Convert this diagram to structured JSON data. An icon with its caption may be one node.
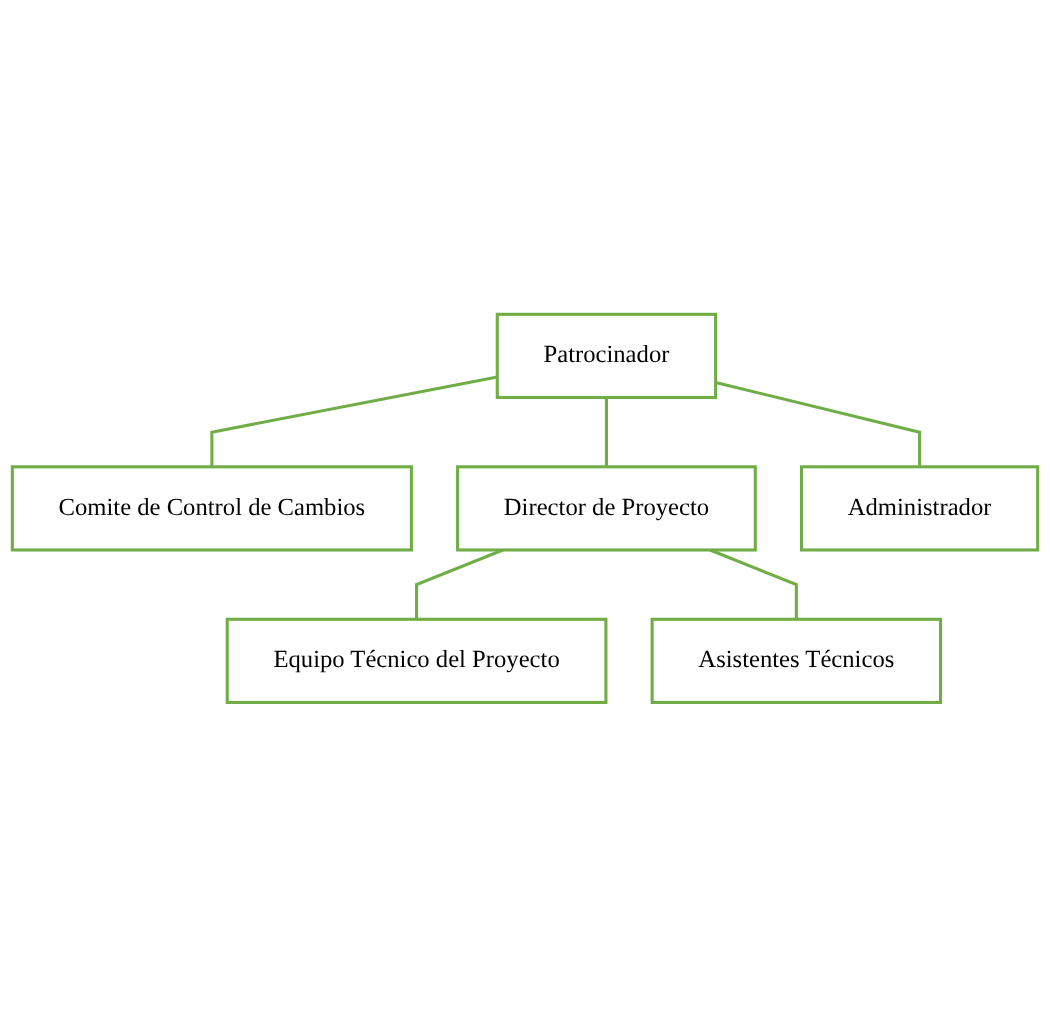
{
  "diagram": {
    "nodes": [
      {
        "text": [
          "Patrocinador"
        ]
      },
      {
        "text": [
          "Comite de Control de Cambios"
        ]
      },
      {
        "text": [
          "Director de Proyecto"
        ]
      },
      {
        "text": [
          "Administrador"
        ]
      },
      {
        "text": [
          "Equipo Técnico del Proyecto"
        ]
      },
      {
        "text": [
          "Asistentes Técnicos"
        ]
      }
    ],
    "edges": [
      {
        "from": 0,
        "to": 1,
        "arrow": "none"
      },
      {
        "from": 0,
        "to": 2,
        "arrow": "none"
      },
      {
        "from": 0,
        "to": 3,
        "arrow": "none"
      },
      {
        "from": 2,
        "to": 4,
        "arrow": "none"
      },
      {
        "from": 2,
        "to": 5,
        "arrow": "none"
      }
    ]
  }
}
